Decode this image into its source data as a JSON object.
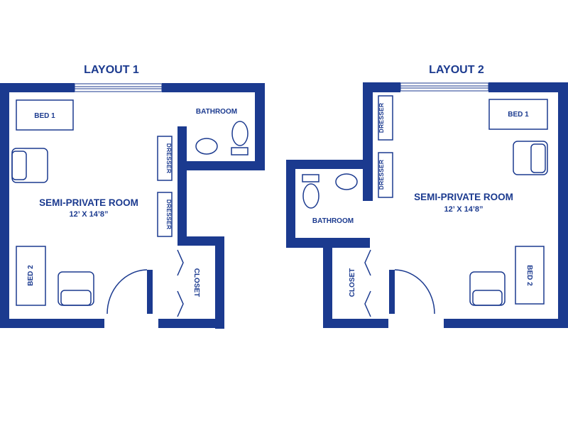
{
  "colors": {
    "ink": "#1b3a8f",
    "background": "#ffffff"
  },
  "layout1": {
    "title": "LAYOUT 1",
    "room_name": "SEMI-PRIVATE ROOM",
    "room_dims": "12’ X 14’8”",
    "bed1": "BED 1",
    "bed2": "BED 2",
    "bathroom": "BATHROOM",
    "dresser_a": "DRESSER",
    "dresser_b": "DRESSER",
    "closet": "CLOSET"
  },
  "layout2": {
    "title": "LAYOUT 2",
    "room_name": "SEMI-PRIVATE ROOM",
    "room_dims": "12’ X 14’8”",
    "bed1": "BED 1",
    "bed2": "BED 2",
    "bathroom": "BATHROOM",
    "dresser_a": "DRESSER",
    "dresser_b": "DRESSER",
    "closet": "CLOSET"
  }
}
